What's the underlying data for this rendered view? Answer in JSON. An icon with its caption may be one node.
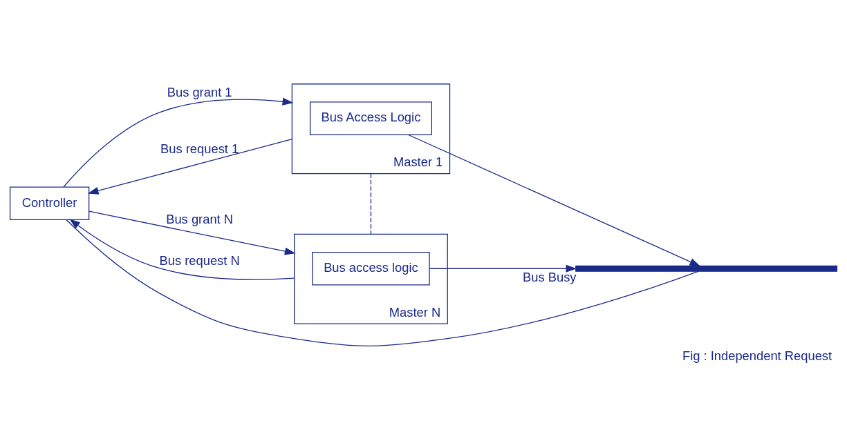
{
  "diagram": {
    "caption": "Fig : Independent Request",
    "nodes": [
      {
        "text": [
          "Master 1"
        ]
      },
      {
        "text": [
          "Bus Access Logic"
        ],
        "in": 0
      },
      {
        "text": [
          "Master N"
        ]
      },
      {
        "text": [
          "Bus access logic"
        ],
        "in": 2
      },
      {
        "text": [
          "Controller"
        ]
      },
      {
        "text": [],
        "shape": "bar",
        "beside": [
          "Bus Busy"
        ]
      }
    ],
    "edges": [
      {
        "from": 4,
        "to": 0,
        "arrow": "to",
        "label": "Bus grant 1"
      },
      {
        "from": 0,
        "to": 4,
        "arrow": "to",
        "label": "Bus request 1"
      },
      {
        "from": 4,
        "to": 2,
        "arrow": "to",
        "label": "Bus grant N"
      },
      {
        "from": 2,
        "to": 4,
        "arrow": "to",
        "label": "Bus request N"
      },
      {
        "from": 1,
        "to": 5,
        "arrow": "to"
      },
      {
        "from": 3,
        "to": 5,
        "arrow": "to"
      },
      {
        "from": 4,
        "to": 5,
        "arrow": "none"
      },
      {
        "from": 0,
        "to": 2,
        "arrow": "none",
        "style": "dashed"
      }
    ]
  }
}
